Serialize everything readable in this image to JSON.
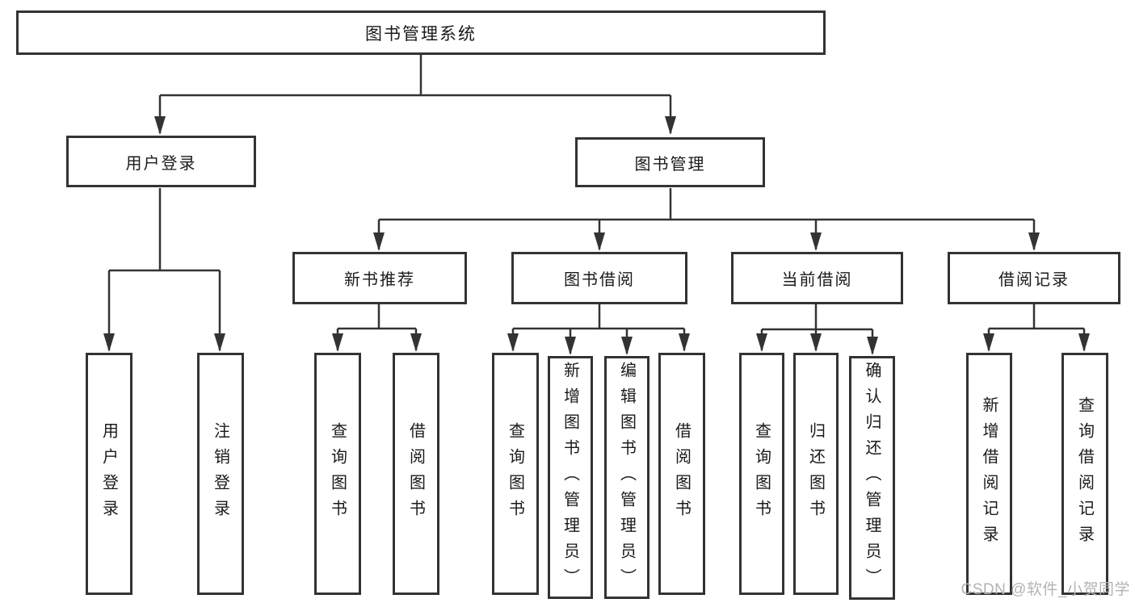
{
  "watermark": "CSDN @软件_小贺同学",
  "colors": {
    "line": "#333333",
    "box_border": "#333333",
    "text": "#1a1a1a",
    "watermark": "#b3b3b3"
  },
  "tree": {
    "root": "图书管理系统",
    "user_branch": {
      "label": "用户登录",
      "leaves": [
        "用户登录",
        "注销登录"
      ]
    },
    "mgmt_branch": {
      "label": "图书管理",
      "groups": [
        {
          "label": "新书推荐",
          "leaves": [
            "查询图书",
            "借阅图书"
          ]
        },
        {
          "label": "图书借阅",
          "leaves": [
            "查询图书",
            "新增图书（管理员）",
            "编辑图书（管理员）",
            "借阅图书"
          ]
        },
        {
          "label": "当前借阅",
          "leaves": [
            "查询图书",
            "归还图书",
            "确认归还（管理员）"
          ]
        },
        {
          "label": "借阅记录",
          "leaves": [
            "新增借阅记录",
            "查询借阅记录"
          ]
        }
      ]
    }
  }
}
